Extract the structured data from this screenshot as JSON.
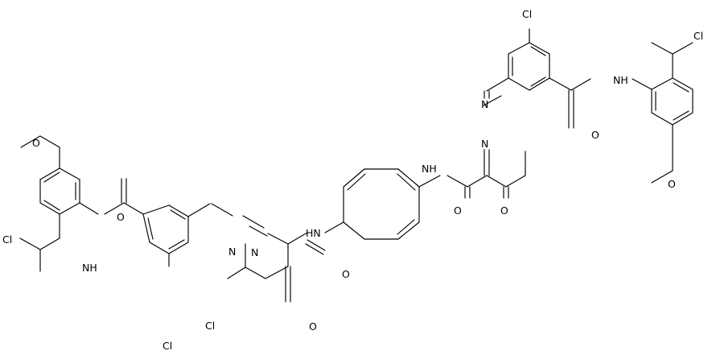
{
  "molecule": {
    "labels": {
      "cl_lb_methyl": "Cl",
      "o_lb_methoxy": "O",
      "nh_lb": "NH",
      "o_lb_amide": "O",
      "cl_lb_ring": "Cl",
      "n_left_1": "N",
      "n_left_2": "N",
      "o_left_amide": "O",
      "o_left_keto": "O",
      "cl_left_chain": "Cl",
      "nh_center_left": "HN",
      "nh_center_right": "NH",
      "o_right_amide": "O",
      "o_right_keto": "O",
      "n_right_1": "N",
      "n_right_2": "N",
      "cl_right_ring": "Cl",
      "o_right_benzamide": "O",
      "nh_right": "NH",
      "cl_right_methyl": "Cl",
      "o_right_methoxy": "O"
    }
  }
}
